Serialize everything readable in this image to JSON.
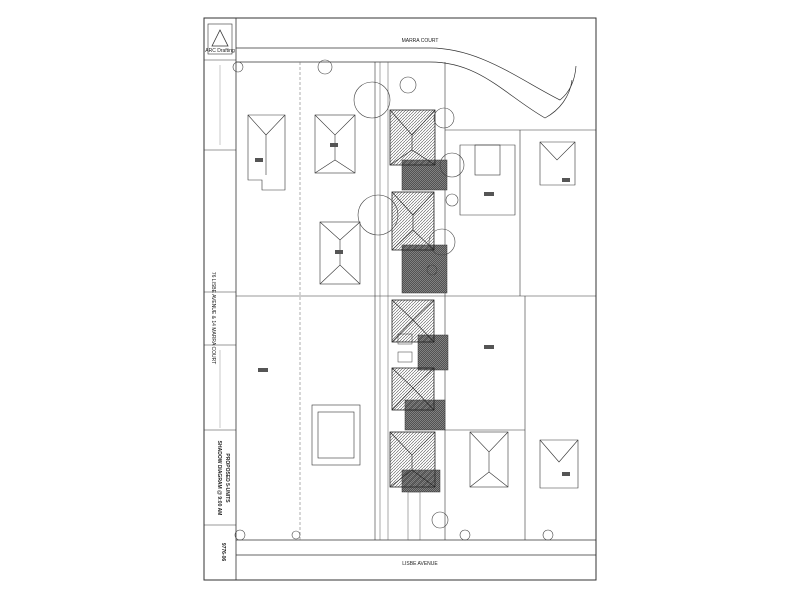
{
  "sheet": {
    "company_logo_text": "ARC Drafting",
    "project_title_line1": "PROPOSED 5-UNITS",
    "project_title_line2": "SHADOW DIAGRAM @ 9:00 AM",
    "address_line": "76 LISBE AVENUE & 14 MARRA COURT",
    "drawing_number": "9776-06"
  },
  "streets": {
    "top": "MARRA COURT",
    "bottom": "LISBE AVENUE"
  },
  "colors": {
    "paper": "#ffffff",
    "line": "#333333",
    "hatch": "#555555",
    "tree": "#444444"
  }
}
